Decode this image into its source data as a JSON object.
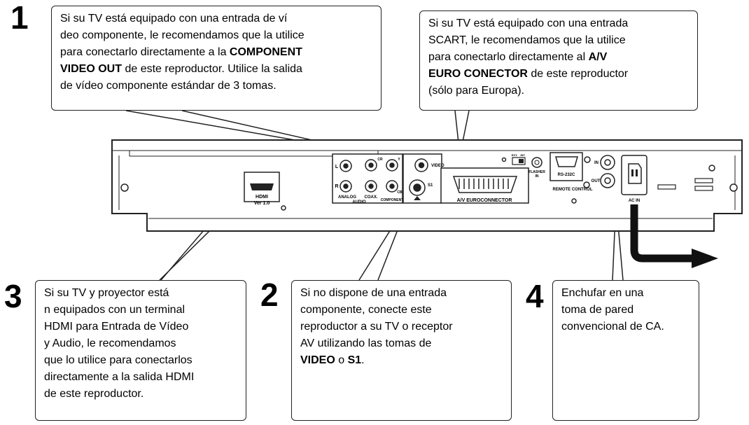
{
  "steps": {
    "s1": "1",
    "s2": "2",
    "s3": "3",
    "s4": "4"
  },
  "callouts": {
    "c1": [
      {
        "t": "Si su TV está equipado con una entrada de ví"
      },
      {
        "t": "deo componente, le recomendamos que la utilice"
      },
      {
        "t": "para conectarlo directamente a la ",
        "b": "COMPONENT"
      },
      {
        "b": "VIDEO OUT",
        "t2": " de este reproductor. Utilice la salida"
      },
      {
        "t": "de vídeo componente estándar de 3 tomas."
      }
    ],
    "c_scart": [
      {
        "t": "Si su TV está equipado con una entrada"
      },
      {
        "t": "SCART, le recomendamos que la utilice"
      },
      {
        "t": "para conectarlo directamente al ",
        "b": "A/V"
      },
      {
        "b": "EURO CONECTOR",
        "t2": " de este reproductor"
      },
      {
        "t": "(sólo para Europa)."
      }
    ],
    "c3": [
      {
        "t": "Si su TV y proyector está"
      },
      {
        "t": "n equipados con un terminal"
      },
      {
        "t": "HDMI para Entrada de Vídeo"
      },
      {
        "t": "y Audio, le recomendamos"
      },
      {
        "t": "que lo utilice para conectarlos"
      },
      {
        "t": "directamente a la salida HDMI"
      },
      {
        "t": "de este reproductor."
      }
    ],
    "c2": [
      {
        "t": "Si no dispone de una entrada"
      },
      {
        "t": "componente, conecte este"
      },
      {
        "t": "reproductor a su TV o receptor"
      },
      {
        "t": "AV utilizando las tomas de"
      },
      {
        "b": "VIDEO",
        "t2": " o ",
        "b2": "S1",
        "t3": "."
      }
    ],
    "c4": [
      {
        "t": "Enchufar en una"
      },
      {
        "t": "toma de pared"
      },
      {
        "t": "convencional de CA."
      }
    ]
  },
  "panel_labels": {
    "hdmi": "HDMI",
    "hdmi_ver": "Ver 1.0",
    "analog": "ANALOG",
    "audio": "AUDIO",
    "coax": "COAX.",
    "component": "COMPONENT",
    "video": "VIDEO",
    "s1": "S1",
    "l": "L",
    "r": "R",
    "y": "Y",
    "cb": "CB",
    "cr": "CR",
    "euro": "A/V EUROCONNECTOR",
    "ext": "EXT.",
    "int": "INT.",
    "flasher": "FLASHER",
    "flasher_in": "IN",
    "rs232c": "RS-232C",
    "in": "IN",
    "out": "OUT",
    "remote": "REMOTE CONTROL",
    "ac_in": "AC IN"
  }
}
